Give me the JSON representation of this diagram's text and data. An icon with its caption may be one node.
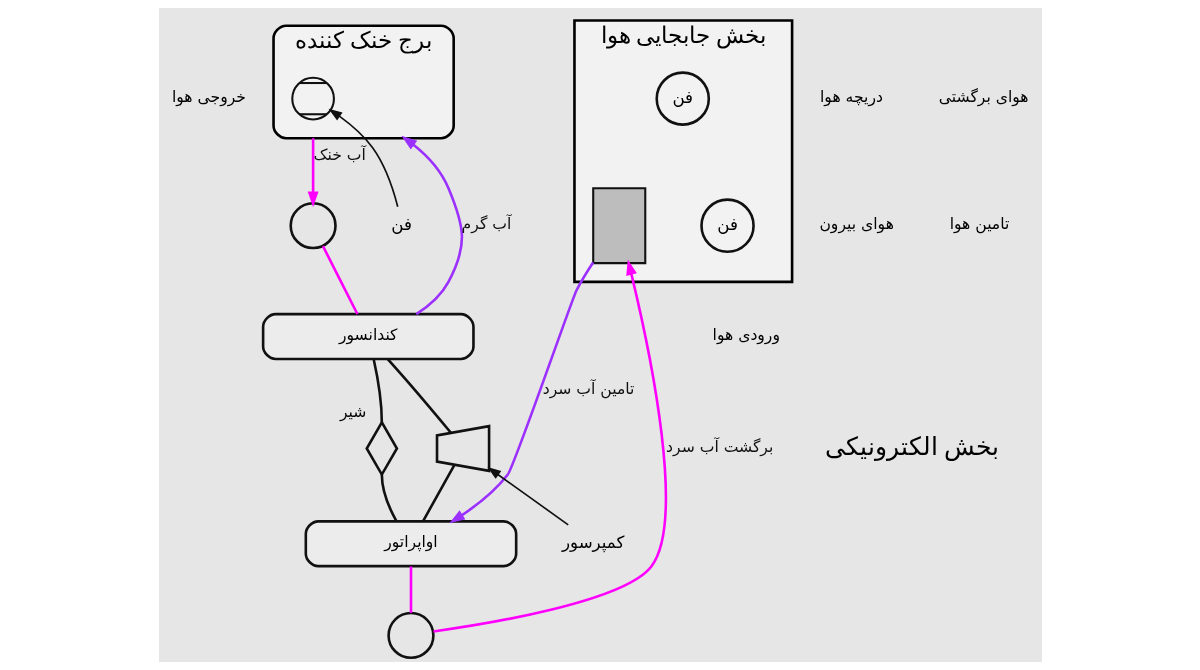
{
  "diagram": {
    "nodes": [
      {
        "text": [
          "برج خنک کننده"
        ]
      },
      {
        "text": [],
        "shape": "picture",
        "in": 0
      },
      {
        "text": [
          "فن"
        ]
      },
      {
        "text": [
          "بخش جابجایی هوا"
        ]
      },
      {
        "text": [
          "فن"
        ],
        "in": 3
      },
      {
        "text": [
          "فن"
        ],
        "in": 3
      },
      {
        "text": [],
        "shape": "box",
        "in": 3
      },
      {
        "text": [],
        "shape": "circle"
      },
      {
        "text": [
          "کندانسور"
        ]
      },
      {
        "text": [],
        "shape": "bowtie",
        "beside": [
          "شیر"
        ]
      },
      {
        "text": [],
        "shape": "trapezoid"
      },
      {
        "text": [
          "کمپرسور"
        ]
      },
      {
        "text": [
          "اواپراتور"
        ]
      },
      {
        "text": [],
        "shape": "circle"
      }
    ],
    "edges": [
      {
        "from": 2,
        "to": 1,
        "arrow": "to"
      },
      {
        "from": 8,
        "to": 0,
        "arrow": "to",
        "label": "آب گرم",
        "color": "#9b30ff"
      },
      {
        "from": 0,
        "to": 7,
        "arrow": "to",
        "label": "آب خنک",
        "color": "#ff00ff"
      },
      {
        "from": 7,
        "to": 8,
        "arrow": "none",
        "color": "#ff00ff"
      },
      {
        "from": 8,
        "to": 9,
        "arrow": "none"
      },
      {
        "from": 9,
        "to": 12,
        "arrow": "none"
      },
      {
        "from": 12,
        "to": 10,
        "arrow": "none"
      },
      {
        "from": 10,
        "to": 8,
        "arrow": "none"
      },
      {
        "from": 11,
        "to": 10,
        "arrow": "to"
      },
      {
        "from": 6,
        "to": 12,
        "arrow": "to",
        "label": "تامین آب سرد",
        "color": "#9b30ff"
      },
      {
        "from": 12,
        "to": 13,
        "arrow": "none",
        "color": "#ff00ff"
      },
      {
        "from": 13,
        "to": 6,
        "arrow": "to",
        "label": "برگشت آب سرد",
        "color": "#ff00ff"
      }
    ],
    "labels": [
      "خروجی هوا",
      "دریچه هوا",
      "هوای برگشتی",
      "هوای بیرون",
      "تامین هوا",
      "ورودی هوا",
      "بخش الکترونیکی"
    ]
  }
}
